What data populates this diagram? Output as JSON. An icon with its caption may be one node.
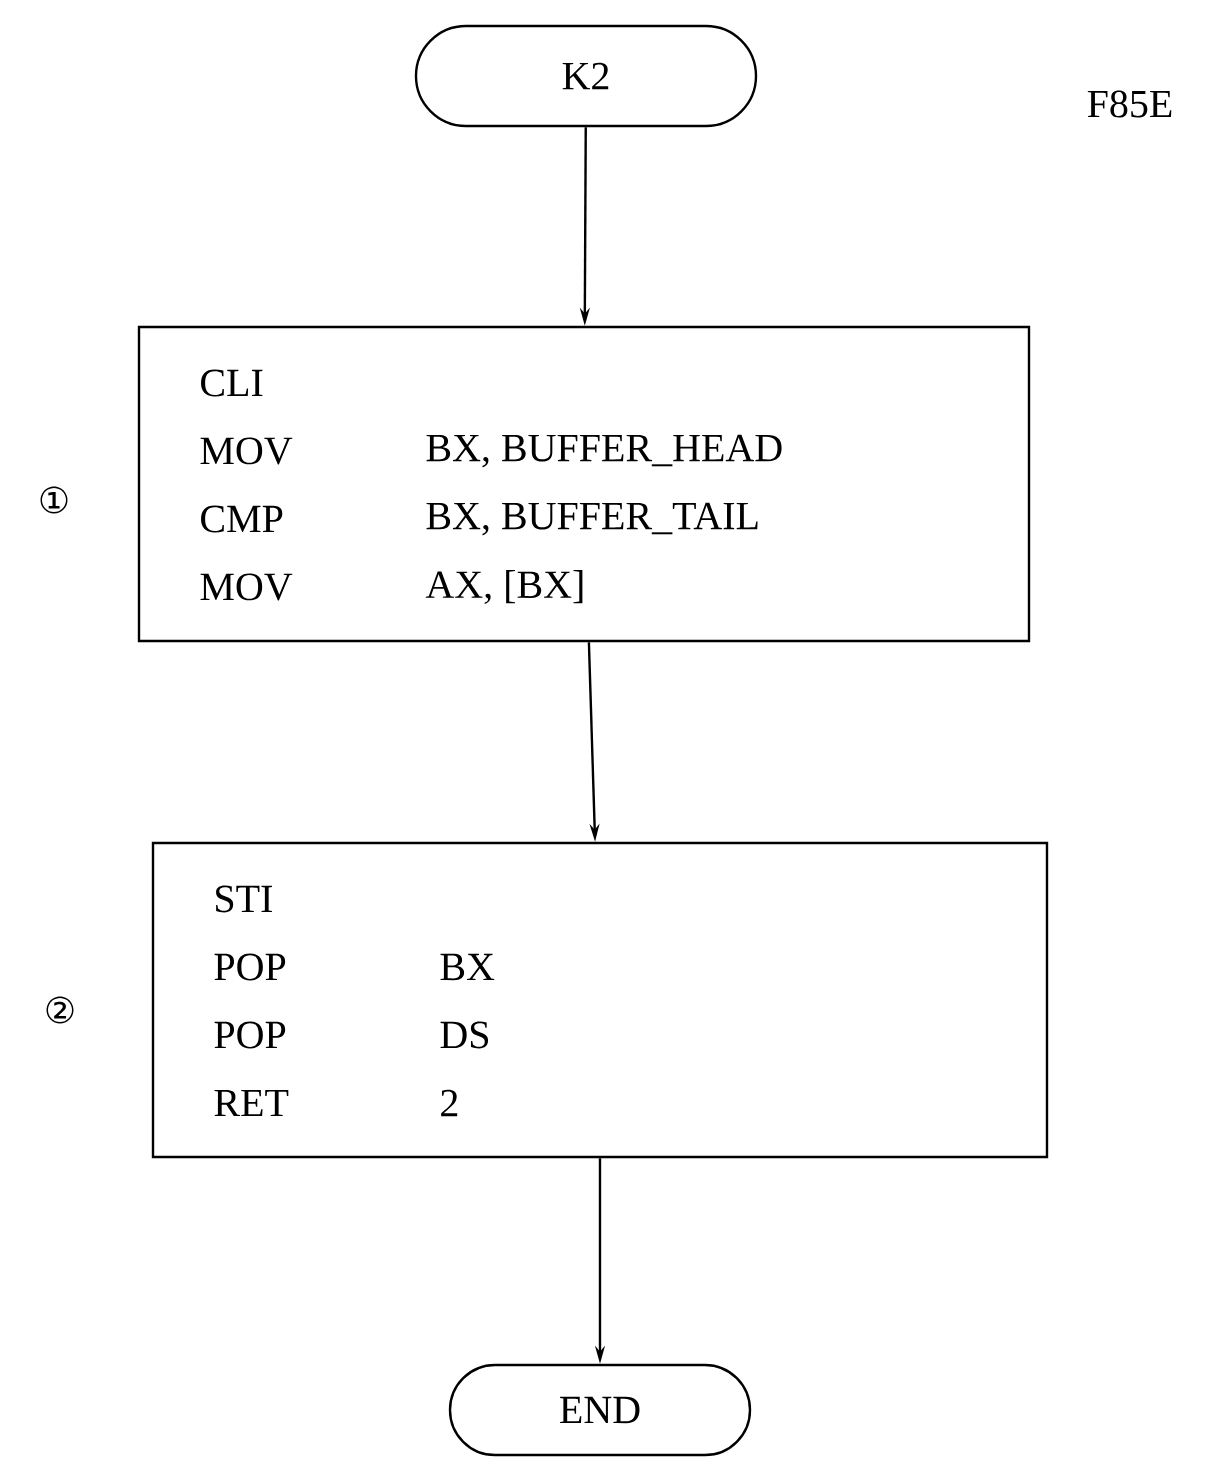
{
  "diagram": {
    "nodes": [
      {
        "text": [
          "K2"
        ]
      },
      {
        "text": [
          "CLI",
          "MOV",
          "BX, BUFFER_HEAD",
          "CMP",
          "BX, BUFFER_TAIL",
          "MOV",
          "AX, [BX]"
        ],
        "beside": [
          "①"
        ]
      },
      {
        "text": [
          "STI",
          "POP",
          "BX",
          "POP",
          "DS",
          "RET",
          "2"
        ],
        "beside": [
          "②"
        ]
      },
      {
        "text": [
          "END"
        ]
      }
    ],
    "edges": [
      {
        "from": 0,
        "to": 1,
        "arrow": "to"
      },
      {
        "from": 1,
        "to": 2,
        "arrow": "to"
      },
      {
        "from": 2,
        "to": 3,
        "arrow": "to"
      }
    ],
    "labels": [
      "F85E"
    ]
  }
}
